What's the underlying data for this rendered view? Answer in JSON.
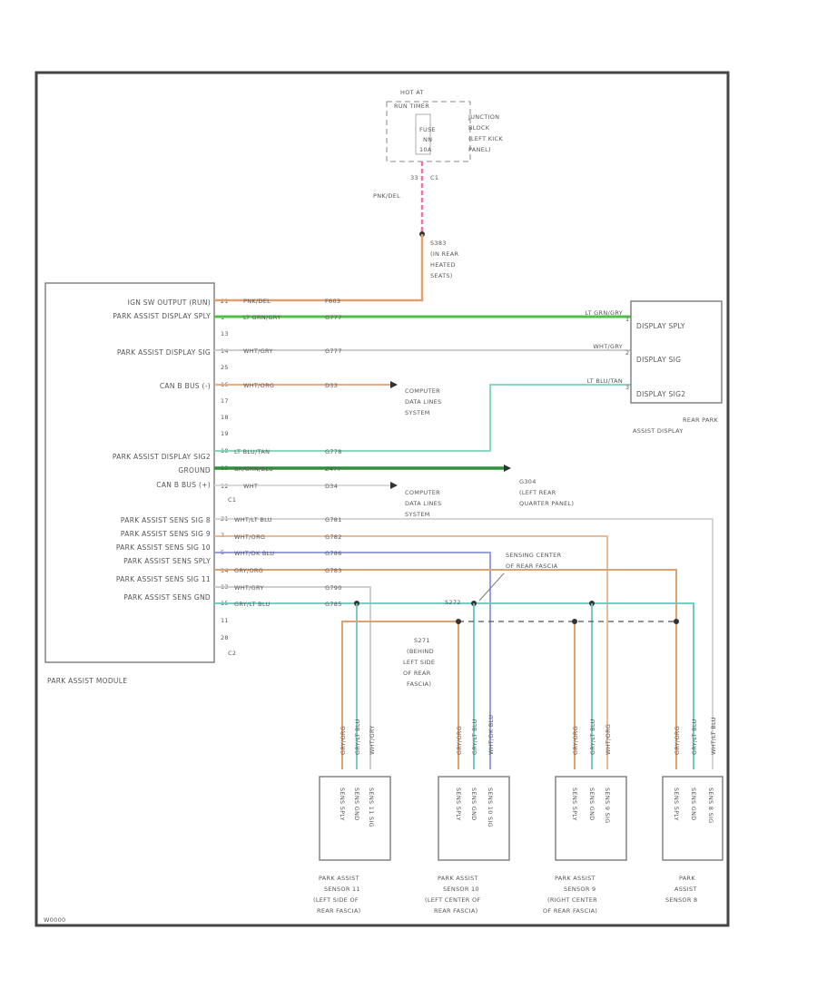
{
  "fuse_block": {
    "hot_at_line1": "HOT AT",
    "hot_at_line2": "RUN TIMER",
    "fuse_line1": "FUSE",
    "fuse_line2": "NN",
    "fuse_line3": "10A",
    "jb_label_lines": [
      "JUNCTION",
      "BLOCK",
      "(LEFT KICK",
      "PANEL)"
    ],
    "pin_a": "33",
    "pin_b": "C1",
    "wire_color": "PNK/DEL"
  },
  "splice_top": {
    "lines": [
      "S383",
      "(IN REAR",
      "HEATED",
      "SEATS)"
    ]
  },
  "module": {
    "name": "PARK ASSIST MODULE",
    "rows": [
      {
        "func": "IGN SW OUTPUT (RUN)",
        "pin": "21",
        "wire": "PNK/DEL",
        "circuit": "F603",
        "color": "#e3a06f"
      },
      {
        "func": "PARK ASSIST DISPLAY SPLY",
        "pin": "1",
        "wire": "LT GRN/GRY",
        "circuit": "G777",
        "color": "#4fbf48"
      },
      {
        "func": "",
        "pin": "13",
        "wire": "",
        "circuit": "",
        "color": ""
      },
      {
        "func": "PARK ASSIST DISPLAY SIG",
        "pin": "14",
        "wire": "WHT/GRY",
        "circuit": "G777",
        "color": "#c4c4c4"
      },
      {
        "func": "",
        "pin": "25",
        "wire": "",
        "circuit": "",
        "color": ""
      },
      {
        "func": "CAN B BUS (-)",
        "pin": "16",
        "wire": "WHT/ORG",
        "circuit": "D33",
        "color": "#e9ad84"
      },
      {
        "func": "",
        "pin": "17",
        "wire": "",
        "circuit": "",
        "color": ""
      },
      {
        "func": "",
        "pin": "18",
        "wire": "",
        "circuit": "",
        "color": ""
      },
      {
        "func": "",
        "pin": "19",
        "wire": "",
        "circuit": "",
        "color": ""
      },
      {
        "func": "PARK ASSIST DISPLAY SIG2",
        "pin": "18",
        "wire": "LT BLU/TAN",
        "circuit": "G778",
        "color": "#7dd3b2"
      },
      {
        "func": "GROUND",
        "pin": "19",
        "wire": "BK/GRN/BLU",
        "circuit": "Z477",
        "color": "#2f8f3a"
      },
      {
        "func": "CAN B BUS (+)",
        "pin": "12",
        "wire": "WHT",
        "circuit": "D34",
        "color": "#d4d4d4"
      }
    ],
    "conn_mid": "C1",
    "sens_rows": [
      {
        "func": "PARK ASSIST SENS SIG 8",
        "pin": "21",
        "wire": "WHT/LT BLU",
        "circuit": "G781",
        "color": "#d0d0d0"
      },
      {
        "func": "PARK ASSIST SENS SIG 9",
        "pin": "2",
        "wire": "WHT/ORG",
        "circuit": "G782",
        "color": "#e7b48d"
      },
      {
        "func": "PARK ASSIST SENS SIG 10",
        "pin": "5",
        "wire": "WHT/DK BLU",
        "circuit": "G786",
        "color": "#8b94d8"
      },
      {
        "func": "PARK ASSIST SENS SPLY",
        "pin": "14",
        "wire": "GRY/ORG",
        "circuit": "G783",
        "color": "#e3a06f"
      },
      {
        "func": "PARK ASSIST SENS SIG 11",
        "pin": "13",
        "wire": "WHT/GRY",
        "circuit": "G790",
        "color": "#c8c8c8"
      },
      {
        "func": "PARK ASSIST SENS GND",
        "pin": "15",
        "wire": "GRY/LT BLU",
        "circuit": "G785",
        "color": "#64c7be"
      }
    ],
    "tail_pins": [
      "11",
      "28"
    ],
    "conn_end": "C2"
  },
  "display": {
    "rows": [
      "DISPLAY SPLY",
      "DISPLAY SIG",
      "DISPLAY SIG2"
    ],
    "wires": [
      "LT GRN/GRY",
      "WHT/GRY",
      "LT BLU/TAN"
    ],
    "pins": [
      "1",
      "2",
      "3"
    ],
    "name_lines": [
      "REAR PARK",
      "ASSIST DISPLAY"
    ]
  },
  "computer_refs": [
    {
      "lines": [
        "COMPUTER",
        "DATA LINES",
        "SYSTEM"
      ]
    },
    {
      "lines": [
        "COMPUTER",
        "DATA LINES",
        "SYSTEM"
      ]
    }
  ],
  "ground_ref": {
    "lines": [
      "G304",
      "(LEFT REAR",
      "QUARTER PANEL)"
    ]
  },
  "sensor_center": {
    "lines": [
      "SENSING CENTER",
      "OF REAR FASCIA"
    ]
  },
  "splice_mid": {
    "label": "S272"
  },
  "splice_left": {
    "lines": [
      "S271",
      "(BEHIND",
      "LEFT SIDE",
      "OF REAR",
      "FASCIA)"
    ]
  },
  "sensors": [
    {
      "wires": [
        "GRY/ORG",
        "GRY/LT BLU",
        "WHT/GRY"
      ],
      "pins": [
        "SENS SPLY",
        "SENS GND",
        "SENS 11 SIG"
      ],
      "name_lines": [
        "PARK ASSIST",
        "SENSOR 11",
        "(LEFT SIDE OF",
        "REAR FASCIA)"
      ]
    },
    {
      "wires": [
        "GRY/ORG",
        "GRY/LT BLU",
        "WHT/DK BLU"
      ],
      "pins": [
        "SENS SPLY",
        "SENS GND",
        "SENS 10 SIG"
      ],
      "name_lines": [
        "PARK ASSIST",
        "SENSOR 10",
        "(LEFT CENTER OF",
        "REAR FASCIA)"
      ]
    },
    {
      "wires": [
        "GRY/ORG",
        "GRY/LT BLU",
        "WHT/ORG"
      ],
      "pins": [
        "SENS SPLY",
        "SENS GND",
        "SENS 9 SIG"
      ],
      "name_lines": [
        "PARK ASSIST",
        "SENSOR 9",
        "(RIGHT CENTER",
        "OF REAR FASCIA)"
      ]
    },
    {
      "wires": [
        "GRY/ORG",
        "GRY/LT BLU",
        "WHT/LT BLU"
      ],
      "pins": [
        "SENS SPLY",
        "SENS GND",
        "SENS 8 SIG"
      ],
      "name_lines": [
        "PARK",
        "ASSIST",
        "SENSOR 8"
      ]
    }
  ],
  "footer_code": "W0000"
}
